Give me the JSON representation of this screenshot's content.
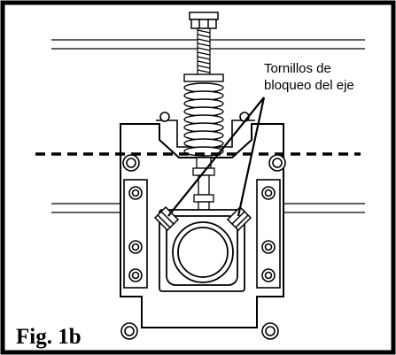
{
  "callout": {
    "line1": "Tornillos de",
    "line2": "bloqueo del eje"
  },
  "figure_label": "Fig. 1b"
}
